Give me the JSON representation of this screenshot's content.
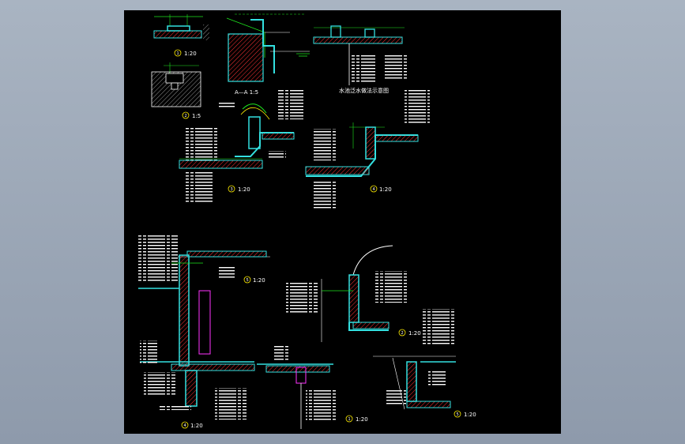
{
  "viewport": {
    "background": "#a3aebd"
  },
  "sheet": {
    "background": "#000000"
  },
  "colors": {
    "wall": "#33e0e0",
    "dimension": "#1ee61e",
    "text": "#ffffff",
    "hatch": "#ff3333",
    "accent": "#ff33ff",
    "green_bright": "#00ff66",
    "yellow": "#ffee00"
  },
  "callouts": {
    "top_left_1": {
      "num": "1",
      "scale": "1:20"
    },
    "top_left_2": {
      "num": "2",
      "scale": "1:5"
    },
    "section_aa": {
      "label": "A—A 1:5"
    },
    "fountain_title": {
      "label": "水池泛水做法示意图"
    },
    "detail_3": {
      "num": "3",
      "scale": "1:20"
    },
    "detail_4": {
      "num": "4",
      "scale": "1:20"
    },
    "detail_5_mid": {
      "num": "5",
      "scale": "1:20"
    },
    "detail_2_mid": {
      "num": "2",
      "scale": "1:20"
    },
    "detail_4_bottom": {
      "num": "4",
      "scale": "1:20"
    },
    "detail_1_bottom": {
      "num": "1",
      "scale": "1:20"
    },
    "detail_5_bottom": {
      "num": "5",
      "scale": "1:20"
    }
  }
}
